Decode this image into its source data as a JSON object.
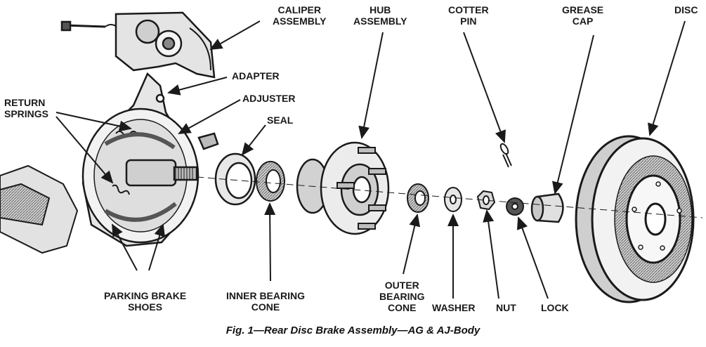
{
  "title": "Rear Disc Brake Assembly Exploded View",
  "caption": "Fig. 1—Rear Disc Brake Assembly—AG & AJ-Body",
  "labels": {
    "caliper_assembly": [
      "CALIPER",
      "ASSEMBLY"
    ],
    "hub_assembly": [
      "HUB",
      "ASSEMBLY"
    ],
    "cotter_pin": [
      "COTTER",
      "PIN"
    ],
    "grease_cap": [
      "GREASE",
      "CAP"
    ],
    "disc": [
      "DISC"
    ],
    "adapter": [
      "ADAPTER"
    ],
    "adjuster": [
      "ADJUSTER"
    ],
    "return_springs": [
      "RETURN",
      "SPRINGS"
    ],
    "seal": [
      "SEAL"
    ],
    "parking_brake_shoes": [
      "PARKING BRAKE",
      "SHOES"
    ],
    "inner_bearing_cone": [
      "INNER BEARING",
      "CONE"
    ],
    "outer_bearing_cone": [
      "OUTER",
      "BEARING",
      "CONE"
    ],
    "washer": [
      "WASHER"
    ],
    "nut": [
      "NUT"
    ],
    "lock": [
      "LOCK"
    ]
  },
  "colors": {
    "ink": "#1a1a1a",
    "shade": "#8a8a8a",
    "light": "#d6d6d6"
  }
}
